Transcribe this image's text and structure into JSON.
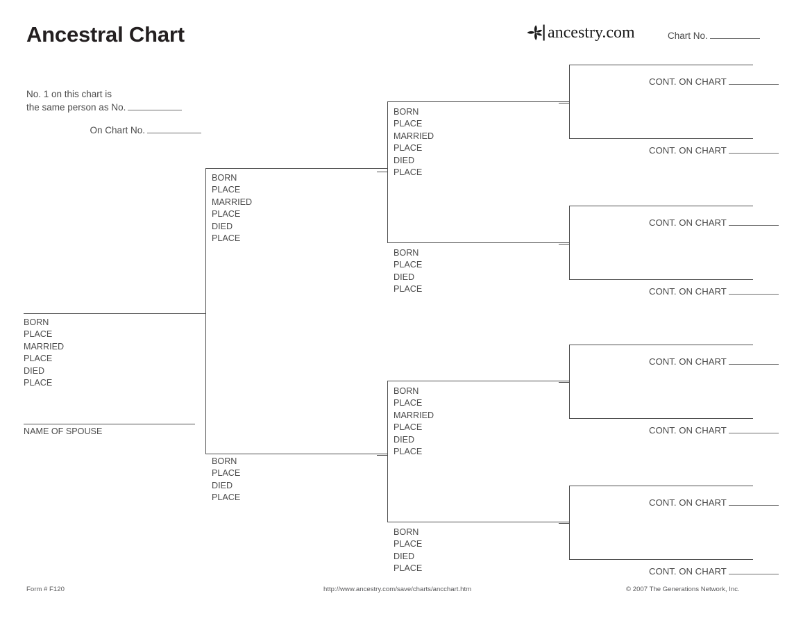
{
  "header": {
    "title": "Ancestral Chart",
    "brand_name": "ancestry.com",
    "brand_icon": "ancestry-leaf-icon",
    "chart_no_label": "Chart No.",
    "chart_no_value": ""
  },
  "note": {
    "line1": "No. 1 on this chart is",
    "line2": "the same person as No.",
    "line2_value": "",
    "line3": "On Chart No.",
    "line3_value": ""
  },
  "labels": {
    "born": "BORN",
    "place": "PLACE",
    "married": "MARRIED",
    "died": "DIED",
    "name_of_spouse": "NAME OF SPOUSE",
    "cont_on_chart": "CONT. ON CHART"
  },
  "person1": {
    "name_value": "",
    "facts": "BORN\nPLACE\nMARRIED\nPLACE\nDIED\nPLACE",
    "spouse_caption": "NAME OF SPOUSE",
    "spouse_value": ""
  },
  "generation2": [
    {
      "id": "father",
      "name_value": "",
      "facts": "BORN\nPLACE\nMARRIED\nPLACE\nDIED\nPLACE"
    },
    {
      "id": "mother",
      "name_value": "",
      "facts": "BORN\nPLACE\nDIED\nPLACE"
    }
  ],
  "generation3": [
    {
      "id": "paternal-grandfather",
      "name_value": "",
      "facts": "BORN\nPLACE\nMARRIED\nPLACE\nDIED\nPLACE"
    },
    {
      "id": "paternal-grandmother",
      "name_value": "",
      "facts": "BORN\nPLACE\nDIED\nPLACE"
    },
    {
      "id": "maternal-grandfather",
      "name_value": "",
      "facts": "BORN\nPLACE\nMARRIED\nPLACE\nDIED\nPLACE"
    },
    {
      "id": "maternal-grandmother",
      "name_value": "",
      "facts": "BORN\nPLACE\nDIED\nPLACE"
    }
  ],
  "generation4": [
    {
      "id": "ggp-1",
      "name_value": "",
      "cont_label": "CONT. ON CHART",
      "cont_value": ""
    },
    {
      "id": "ggp-2",
      "name_value": "",
      "cont_label": "CONT. ON CHART",
      "cont_value": ""
    },
    {
      "id": "ggp-3",
      "name_value": "",
      "cont_label": "CONT. ON CHART",
      "cont_value": ""
    },
    {
      "id": "ggp-4",
      "name_value": "",
      "cont_label": "CONT. ON CHART",
      "cont_value": ""
    },
    {
      "id": "ggp-5",
      "name_value": "",
      "cont_label": "CONT. ON CHART",
      "cont_value": ""
    },
    {
      "id": "ggp-6",
      "name_value": "",
      "cont_label": "CONT. ON CHART",
      "cont_value": ""
    },
    {
      "id": "ggp-7",
      "name_value": "",
      "cont_label": "CONT. ON CHART",
      "cont_value": ""
    },
    {
      "id": "ggp-8",
      "name_value": "",
      "cont_label": "CONT. ON CHART",
      "cont_value": ""
    }
  ],
  "footer": {
    "form": "Form # F120",
    "url": "http://www.ancestry.com/save/charts/ancchart.htm",
    "copyright": "© 2007 The Generations Network, Inc."
  },
  "colors": {
    "ink": "#4a4a4a",
    "rule": "#4d4d4d",
    "title": "#231f20"
  }
}
